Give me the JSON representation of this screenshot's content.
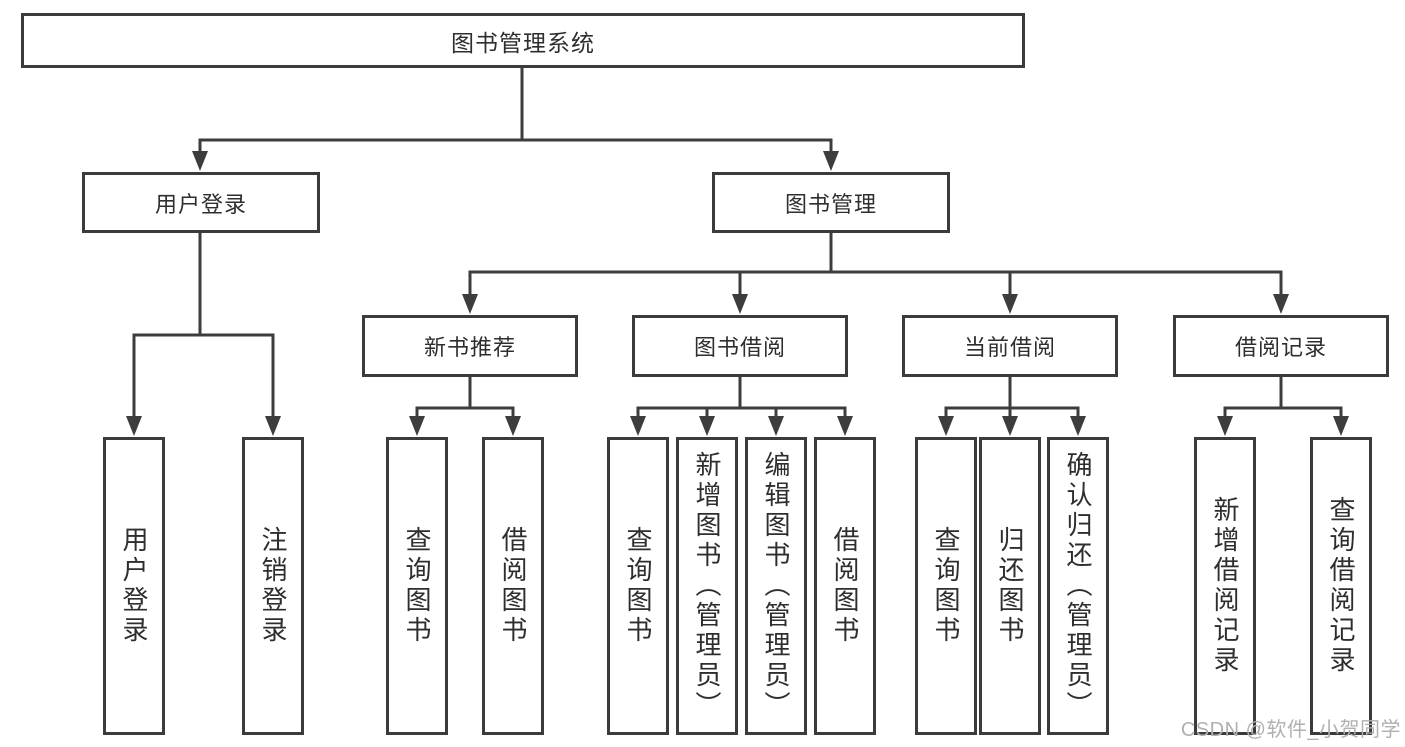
{
  "diagram": {
    "root": "图书管理系统",
    "children": [
      {
        "label": "用户登录",
        "children": [
          "用户登录",
          "注销登录"
        ]
      },
      {
        "label": "图书管理",
        "children": [
          {
            "label": "新书推荐",
            "children": [
              "查询图书",
              "借阅图书"
            ]
          },
          {
            "label": "图书借阅",
            "children": [
              "查询图书",
              "新增图书（管理员）",
              "编辑图书（管理员）",
              "借阅图书"
            ]
          },
          {
            "label": "当前借阅",
            "children": [
              "查询图书",
              "归还图书",
              "确认归还（管理员）"
            ]
          },
          {
            "label": "借阅记录",
            "children": [
              "新增借阅记录",
              "查询借阅记录"
            ]
          }
        ]
      }
    ]
  },
  "watermark": "CSDN @软件_小贺同学",
  "colors": {
    "line": "#3d3d3d",
    "border": "#3b3b3b",
    "text": "#2e2e2e",
    "background": "#ffffff",
    "watermark": "#b0b0b0"
  }
}
